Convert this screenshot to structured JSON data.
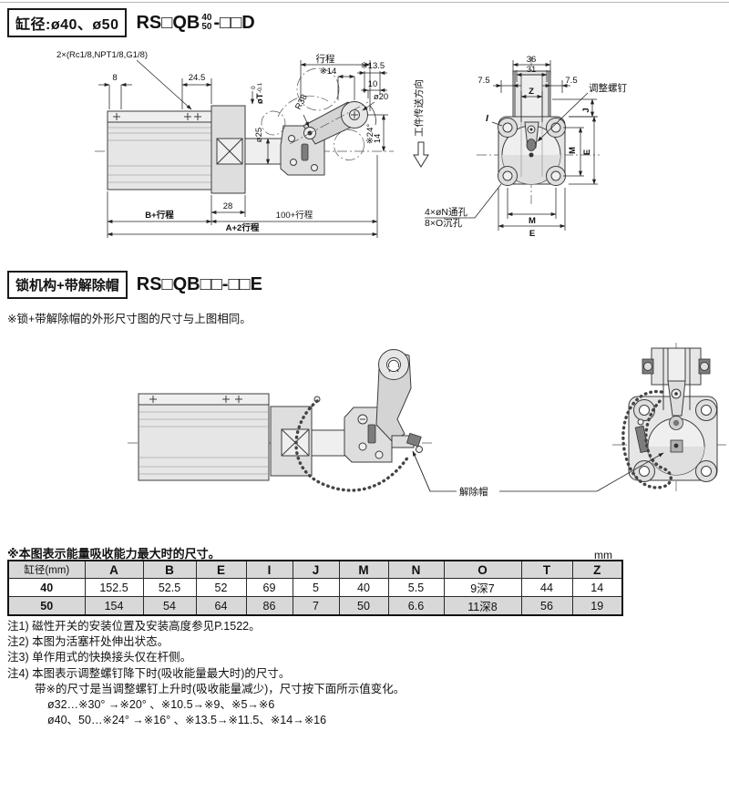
{
  "header": {
    "bore_label": "缸径:ø40、ø50",
    "model_prefix": "RS□QB",
    "bore_top": "40",
    "bore_bottom": "50",
    "model_suffix": "-□□D"
  },
  "drawing1": {
    "port_label": "2×(Rc1/8,NPT1/8,G1/8)",
    "dim_8": "8",
    "dim_24_5": "24.5",
    "dim_stroke": "行程",
    "dim_14_star": "※14",
    "dim_13_5_star": "※13.5",
    "dim_10": "10",
    "dim_d20": "ø20",
    "dim_r38": "R38",
    "dim_24deg_star": "※24°",
    "dim_14": "14",
    "dim_dT": "øT",
    "tol_upper": "0",
    "tol_lower": "-0.1",
    "dim_d25": "ø25",
    "dim_28": "28",
    "dim_b_stroke": "B+行程",
    "dim_100_stroke": "100+行程",
    "dim_a_2stroke": "A+2行程",
    "transfer_direction": "工件传送方向",
    "dim_36": "36",
    "dim_31": "31",
    "dim_7_5_left": "7.5",
    "dim_7_5_right": "7.5",
    "dim_z": "Z",
    "adjust_screw_label": "调整螺钉",
    "dim_i": "I",
    "dim_j": "J",
    "dim_m_side": "M",
    "dim_e_side": "E",
    "dim_m_bottom": "M",
    "dim_e_bottom": "E",
    "holes_through": "4×øN通孔",
    "holes_counterbore": "8×O沉孔"
  },
  "section2": {
    "label": "锁机构+带解除帽",
    "model": "RS□QB□□-□□E",
    "note": "※锁+带解除帽的外形尺寸图的尺寸与上图相同。",
    "release_cap_label": "解除帽"
  },
  "table": {
    "caption": "※本图表示能量吸收能力最大时的尺寸。",
    "unit": "mm",
    "col_headers": [
      "缸径(mm)",
      "A",
      "B",
      "E",
      "I",
      "J",
      "M",
      "N",
      "O",
      "T",
      "Z"
    ],
    "rows": [
      [
        "40",
        "152.5",
        "52.5",
        "52",
        "69",
        "5",
        "40",
        "5.5",
        "9深7",
        "44",
        "14"
      ],
      [
        "50",
        "154",
        "54",
        "64",
        "86",
        "7",
        "50",
        "6.6",
        "11深8",
        "56",
        "19"
      ]
    ]
  },
  "notes": {
    "line1": "注1) 磁性开关的安装位置及安装高度参见P.1522。",
    "line2": "注2) 本图为活塞杆处伸出状态。",
    "line3": "注3) 单作用式的快换接头仅在杆侧。",
    "line4": "注4) 本图表示调整螺钉降下时(吸收能量最大时)的尺寸。",
    "line5": "带※的尺寸是当调整螺钉上升时(吸收能量减少)，尺寸按下面所示值变化。",
    "line6": "ø32…※30° →※20° 、※10.5→※9、※5→※6",
    "line7": "ø40、50…※24° →※16° 、※13.5→※11.5、※14→※16"
  }
}
